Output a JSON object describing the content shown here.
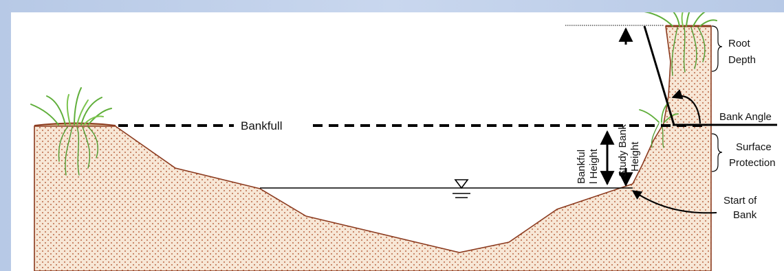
{
  "labels": {
    "bankfull": "Bankfull",
    "root_depth_line1": "Root",
    "root_depth_line2": "Depth",
    "bank_angle": "Bank Angle",
    "surface_protection_line1": "Surface",
    "surface_protection_line2": "Protection",
    "start_of_bank_line1": "Start of",
    "start_of_bank_line2": "Bank",
    "bankfull_height_line1": "Bankful",
    "bankfull_height_line2": "l Height",
    "study_bank_height_line1": "Study Bank",
    "study_bank_height_line2": "Height"
  },
  "colors": {
    "soil_fill": "#f7e7d6",
    "soil_dots": "#a8421a",
    "bank_outline": "#8b3a1e",
    "grass": "#5fae3a",
    "roots": "#4e9a2e",
    "background": "#c3d3ec"
  },
  "icons": {
    "water_level": "inverted-triangle-water-level-icon",
    "vegetation": "grass-tuft-icon"
  }
}
